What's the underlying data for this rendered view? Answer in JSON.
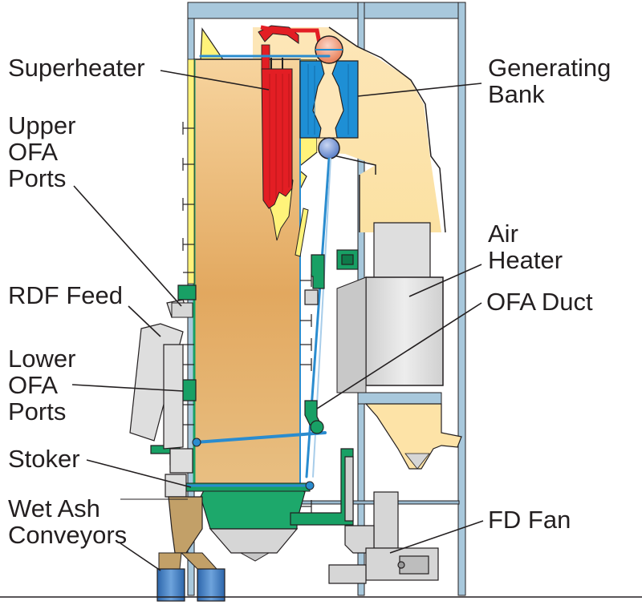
{
  "labels": {
    "superheater": "Superheater",
    "upper_ofa": "Upper\nOFA\nPorts",
    "rdf_feed": "RDF Feed",
    "lower_ofa": "Lower\nOFA\nPorts",
    "stoker": "Stoker",
    "wet_ash": "Wet Ash\nConveyors",
    "generating_bank": "Generating\nBank",
    "air_heater": "Air\nHeater",
    "ofa_duct": "OFA Duct",
    "fd_fan": "FD Fan"
  },
  "colors": {
    "structure": "#a8c8dc",
    "furnace_fill": "#e2ab62",
    "flue_gas": "#fde3a7",
    "superheater": "#e31e24",
    "generating_bank": "#1e8fd5",
    "ofa_green": "#18a065",
    "yellow_casing": "#fff37a",
    "grey_duct": "#d6d6d6",
    "ash_chute": "#c2a068",
    "conveyor": "#3e7ec1",
    "line": "#231f20"
  },
  "icons": {
    "steam_drum": "steam-drum",
    "mud_drum": "mud-drum",
    "fd_fan": "fan-housing"
  }
}
